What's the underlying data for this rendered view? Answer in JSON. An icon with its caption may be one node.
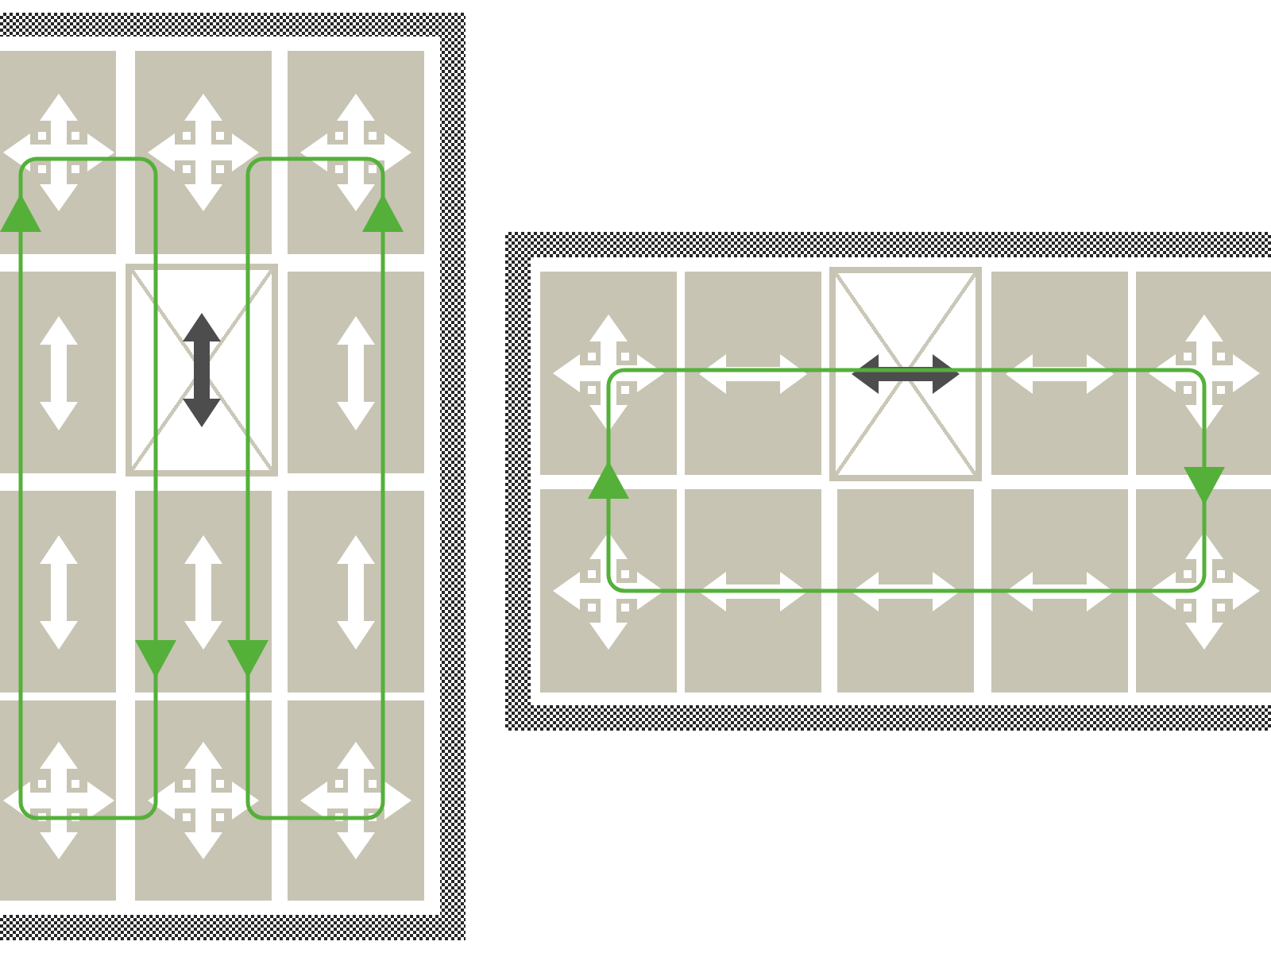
{
  "diagram": {
    "nodes": [
      {
        "text": [],
        "shape": "box"
      },
      {
        "text": [],
        "shape": "box",
        "in": 0
      },
      {
        "text": [],
        "shape": "box",
        "in": 0
      },
      {
        "text": [],
        "shape": "box",
        "in": 0
      },
      {
        "text": [],
        "shape": "box",
        "in": 0
      },
      {
        "text": [],
        "shape": "box",
        "in": 0
      },
      {
        "text": [],
        "shape": "box",
        "in": 0
      },
      {
        "text": [],
        "shape": "box",
        "in": 0
      },
      {
        "text": [],
        "shape": "box",
        "in": 0
      },
      {
        "text": [],
        "shape": "box",
        "in": 0
      },
      {
        "text": [],
        "shape": "box",
        "in": 0
      },
      {
        "text": [],
        "shape": "box",
        "in": 0
      },
      {
        "text": [],
        "shape": "box",
        "in": 0
      },
      {
        "text": [],
        "shape": "box"
      },
      {
        "text": [],
        "shape": "box",
        "in": 13
      },
      {
        "text": [],
        "shape": "box",
        "in": 13
      },
      {
        "text": [],
        "shape": "box",
        "in": 13
      },
      {
        "text": [],
        "shape": "box",
        "in": 13
      },
      {
        "text": [],
        "shape": "box",
        "in": 13
      },
      {
        "text": [],
        "shape": "box",
        "in": 13
      },
      {
        "text": [],
        "shape": "box",
        "in": 13
      },
      {
        "text": [],
        "shape": "box",
        "in": 13
      },
      {
        "text": [],
        "shape": "box",
        "in": 13
      },
      {
        "text": [],
        "shape": "box",
        "in": 13
      }
    ]
  }
}
